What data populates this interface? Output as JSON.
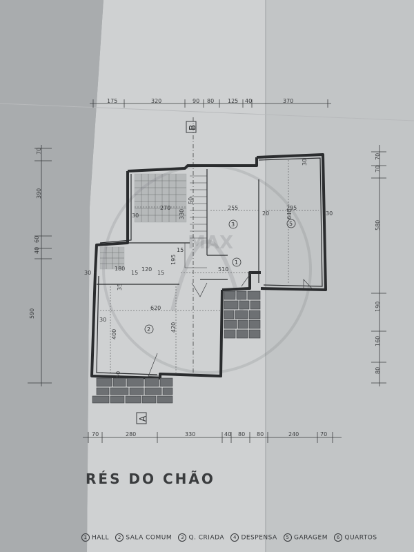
{
  "title": "RÉS DO CHÃO",
  "legend": [
    {
      "num": "1",
      "label": "HALL"
    },
    {
      "num": "2",
      "label": "SALA COMUM"
    },
    {
      "num": "3",
      "label": "Q. CRIADA"
    },
    {
      "num": "4",
      "label": "DESPENSA"
    },
    {
      "num": "5",
      "label": "GARAGEM"
    },
    {
      "num": "6",
      "label": "QUARTOS"
    }
  ],
  "section_marks": {
    "top": "B",
    "bottom": "A"
  },
  "dimensions": {
    "top": [
      "175",
      "320",
      "90",
      "80",
      "125",
      "40",
      "370"
    ],
    "bottom": [
      "70",
      "280",
      "330",
      "40",
      "80",
      "80",
      "240",
      "70"
    ],
    "left": [
      "70",
      "390",
      "60",
      "40",
      "590"
    ],
    "right": [
      "70",
      "70",
      "580",
      "190",
      "160",
      "80"
    ],
    "interior": [
      "270",
      "330",
      "255",
      "295",
      "640",
      "120",
      "195",
      "510",
      "620",
      "400",
      "420",
      "30",
      "30",
      "20",
      "30",
      "30",
      "15",
      "15",
      "15",
      "35",
      "30",
      "50",
      "50",
      "180"
    ]
  },
  "room_numbers": [
    "1",
    "2",
    "3",
    "5"
  ],
  "watermark": "MAX"
}
